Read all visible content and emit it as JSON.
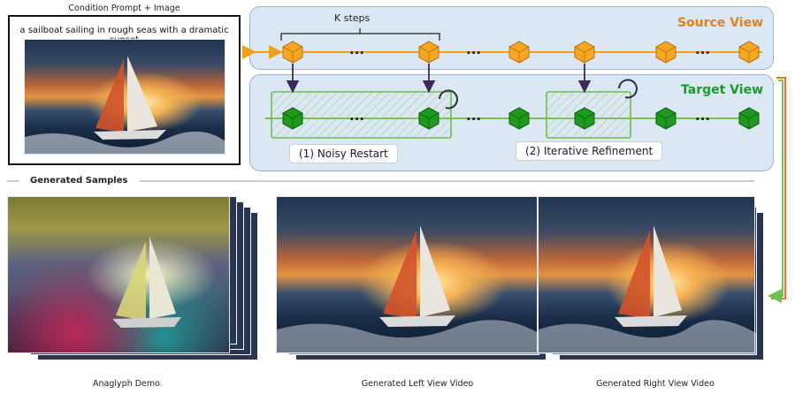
{
  "condition": {
    "heading": "Condition Prompt + Image",
    "prompt": "a sailboat sailing in rough seas with a dramatic sunset"
  },
  "diagram": {
    "k_steps": "K steps",
    "source_view": "Source View",
    "target_view": "Target View",
    "noisy_restart": "(1)  Noisy Restart",
    "iterative_refinement": "(2)  Iterative Refinement",
    "ellipsis": "..."
  },
  "samples": {
    "heading": "Generated Samples",
    "anaglyph_caption": "Anaglyph Demo",
    "left_caption": "Generated Left View Video",
    "right_caption": "Generated Right View Video"
  },
  "colors": {
    "source": "#f0a020",
    "source_text": "#e0821a",
    "target": "#1e8f1e",
    "target_text": "#1a9a2a",
    "band": "#dce7f4",
    "down_arrow": "#3c2a5a",
    "flow_line": "#7abf5a"
  }
}
